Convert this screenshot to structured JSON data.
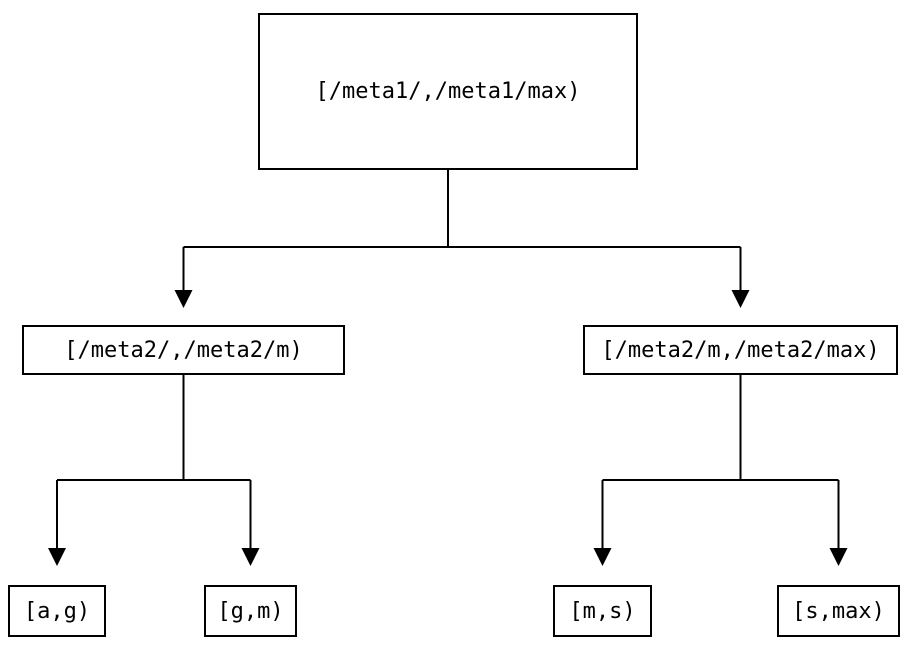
{
  "diagram": {
    "type": "tree",
    "background_color": "#ffffff",
    "line_color": "#000000",
    "text_color": "#000000",
    "nodes": [
      {
        "id": "root",
        "label": "[/meta1/,/meta1/max)"
      },
      {
        "id": "meta2-lower",
        "label": "[/meta2/,/meta2/m)"
      },
      {
        "id": "meta2-upper",
        "label": "[/meta2/m,/meta2/max)"
      },
      {
        "id": "leaf-a-g",
        "label": "[a,g)"
      },
      {
        "id": "leaf-g-m",
        "label": "[g,m)"
      },
      {
        "id": "leaf-m-s",
        "label": "[m,s)"
      },
      {
        "id": "leaf-s-max",
        "label": "[s,max)"
      }
    ],
    "edges": [
      {
        "from": "root",
        "to": "meta2-lower"
      },
      {
        "from": "root",
        "to": "meta2-upper"
      },
      {
        "from": "meta2-lower",
        "to": "leaf-a-g"
      },
      {
        "from": "meta2-lower",
        "to": "leaf-g-m"
      },
      {
        "from": "meta2-upper",
        "to": "leaf-m-s"
      },
      {
        "from": "meta2-upper",
        "to": "leaf-s-max"
      }
    ]
  }
}
